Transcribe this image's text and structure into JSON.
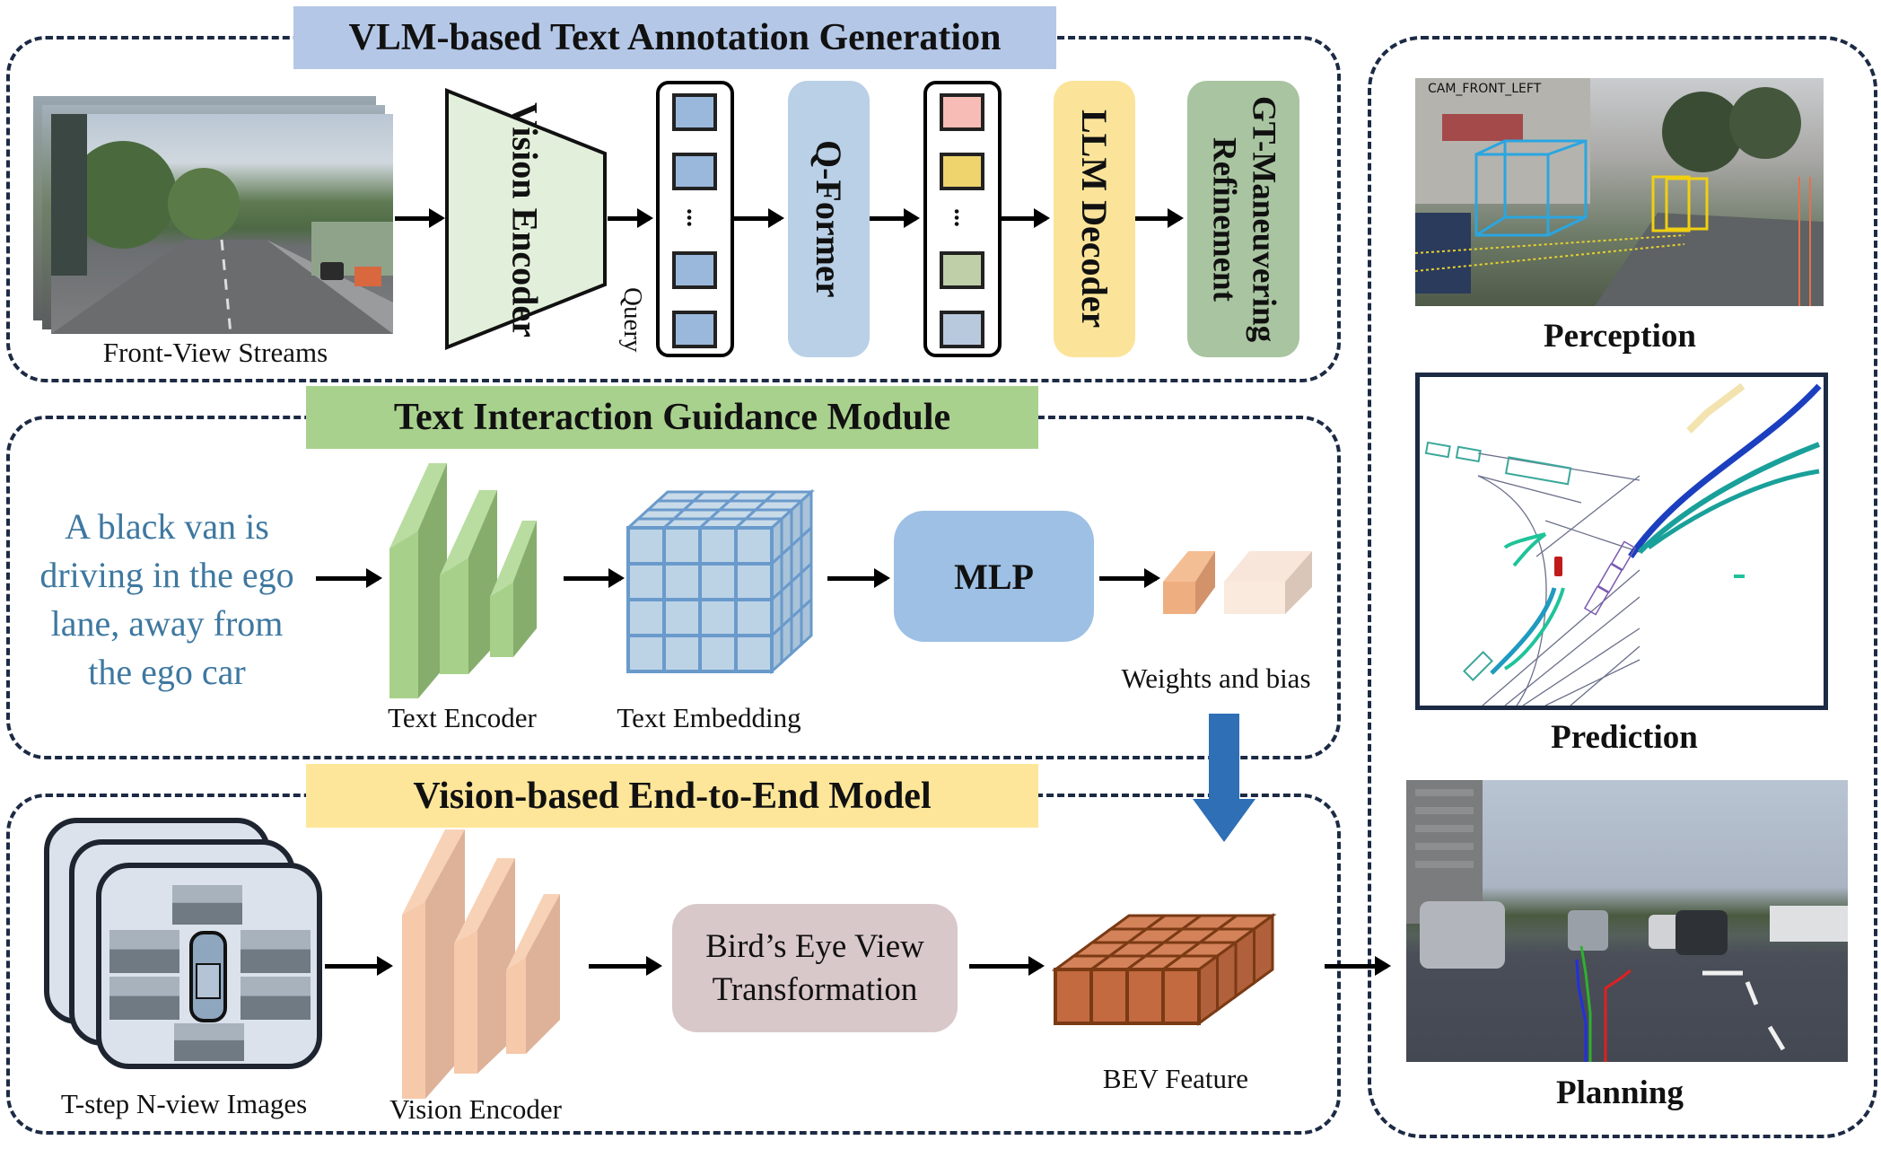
{
  "sections": {
    "vlm": {
      "title": "VLM-based Text Annotation Generation",
      "color": "#b4c7e7",
      "input_label": "Front-View Streams",
      "vision_encoder": "Vision Encoder",
      "query_label": "Query",
      "q_former": "Q-Former",
      "llm_decoder": "LLM Decoder",
      "gt_refinement": "GT-Maneuvering Refinement",
      "ellipsis": "...",
      "query_token_colors": [
        "#9ab8dc",
        "#9ab8dc",
        "#9ab8dc",
        "#9ab8dc"
      ],
      "output_token_colors": [
        "#f8bcb6",
        "#efd46e",
        "#bfcfa8",
        "#b8c9de"
      ],
      "q_former_color": "#b9d0e6",
      "llm_decoder_color": "#fbe49a",
      "gt_refinement_color": "#a9c4a0",
      "vision_encoder_color": "#e2efda"
    },
    "text_guidance": {
      "title": "Text Interaction Guidance Module",
      "color": "#a9d18e",
      "caption_lines": [
        "A black van is",
        "driving in the ego",
        "lane, away from",
        "the ego car"
      ],
      "caption_color": "#3e78a0",
      "text_encoder_label": "Text Encoder",
      "text_embedding_label": "Text Embedding",
      "mlp": "MLP",
      "weights_label": "Weights and bias"
    },
    "e2e": {
      "title": "Vision-based End-to-End Model",
      "color": "#fde699",
      "input_label": "T-step N-view Images",
      "vision_encoder_label": "Vision Encoder",
      "bev_transform_lines": [
        "Bird’s Eye View",
        "Transformation"
      ],
      "bev_feature_label": "BEV Feature"
    },
    "outputs": {
      "perception": {
        "label": "Perception",
        "camera_tag": "CAM_FRONT_LEFT"
      },
      "prediction": {
        "label": "Prediction"
      },
      "planning": {
        "label": "Planning"
      }
    }
  },
  "colors": {
    "dash_border": "#1c2a44",
    "guidance_arrow": "#2e6fb6"
  }
}
